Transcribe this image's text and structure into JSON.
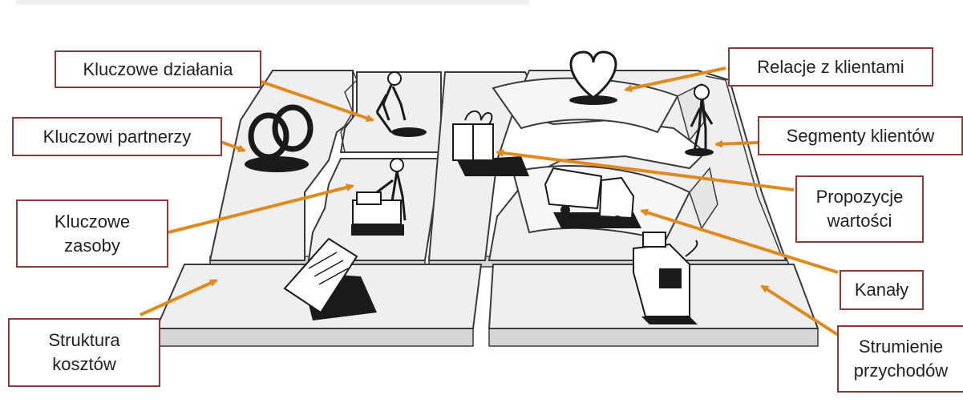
{
  "colors": {
    "arrow": "#e08a1e",
    "box_border": "#8b3a3a",
    "board_fill": "#efefef",
    "board_stroke": "#3a3a3a",
    "board_shadow": "#d6d6d6"
  },
  "labels": {
    "key_activities": "Kluczowe działania",
    "key_partners": "Kluczowi partnerzy",
    "key_resources_line1": "Kluczowe",
    "key_resources_line2": "zasoby",
    "cost_structure_line1": "Struktura",
    "cost_structure_line2": "kosztów",
    "customer_relationships": "Relacje z klientami",
    "customer_segments": "Segmenty klientów",
    "value_proposition_line1": "Propozycje",
    "value_proposition_line2": "wartości",
    "channels": "Kanały",
    "revenue_streams_line1": "Strumienie",
    "revenue_streams_line2": "przychodów"
  },
  "icons": {
    "key_partners": "interlocked-rings-icon",
    "key_activities": "person-digging-icon",
    "key_resources": "person-with-cart-icon",
    "cost_structure": "receipt-icon",
    "value_proposition": "gift-box-icon",
    "customer_relationships": "heart-icon",
    "customer_segments": "standing-person-icon",
    "channels": "delivery-truck-icon",
    "revenue_streams": "cash-register-icon"
  }
}
